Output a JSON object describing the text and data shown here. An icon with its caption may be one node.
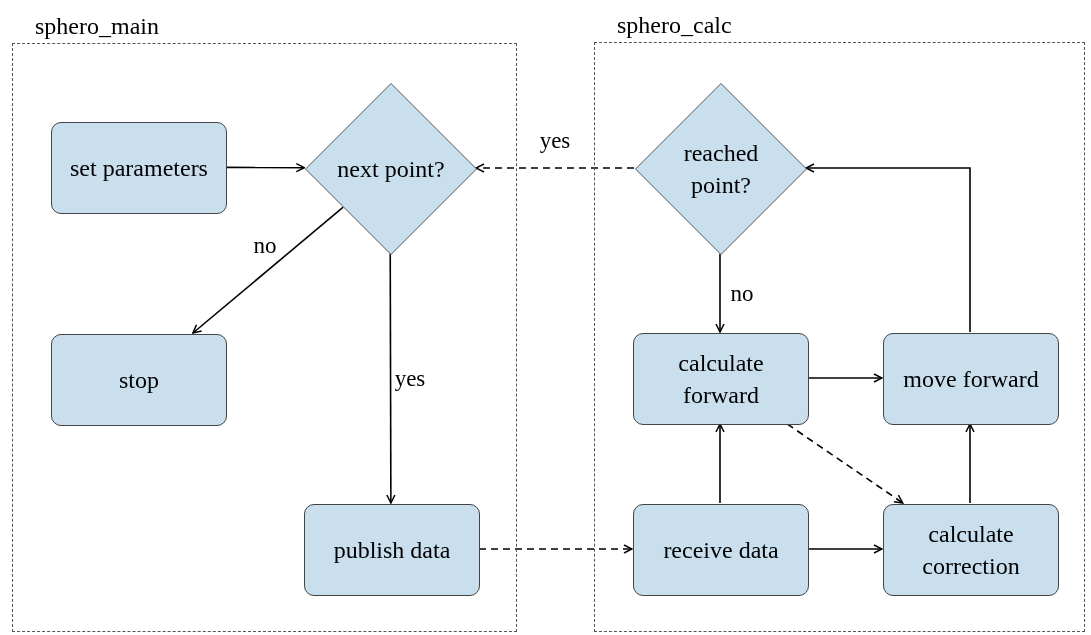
{
  "diagram": {
    "nodes": [
      {
        "text": [
          "sphero_main"
        ]
      },
      {
        "text": [
          "set parameters"
        ],
        "in": 0
      },
      {
        "text": [
          "next point?"
        ],
        "in": 0
      },
      {
        "text": [
          "stop"
        ],
        "in": 0
      },
      {
        "text": [
          "publish data"
        ],
        "in": 0
      },
      {
        "text": [
          "sphero_calc"
        ]
      },
      {
        "text": [
          "reached point?"
        ],
        "in": 5
      },
      {
        "text": [
          "calculate forward"
        ],
        "in": 5
      },
      {
        "text": [
          "move forward"
        ],
        "in": 5
      },
      {
        "text": [
          "receive data"
        ],
        "in": 5
      },
      {
        "text": [
          "calculate correction"
        ],
        "in": 5
      }
    ],
    "edges": [
      {
        "from": 1,
        "to": 2,
        "arrow": "to"
      },
      {
        "from": 2,
        "to": 3,
        "arrow": "to",
        "label": "no"
      },
      {
        "from": 2,
        "to": 4,
        "arrow": "to",
        "label": "yes"
      },
      {
        "from": 4,
        "to": 9,
        "arrow": "to",
        "style": "dashed"
      },
      {
        "from": 6,
        "to": 2,
        "arrow": "to",
        "style": "dashed",
        "label": "yes"
      },
      {
        "from": 6,
        "to": 7,
        "arrow": "to",
        "label": "no"
      },
      {
        "from": 7,
        "to": 8,
        "arrow": "to"
      },
      {
        "from": 9,
        "to": 7,
        "arrow": "to"
      },
      {
        "from": 9,
        "to": 10,
        "arrow": "to"
      },
      {
        "from": 7,
        "to": 10,
        "arrow": "to",
        "style": "dashed"
      },
      {
        "from": 10,
        "to": 8,
        "arrow": "to"
      },
      {
        "from": 8,
        "to": 6,
        "arrow": "to"
      }
    ]
  }
}
